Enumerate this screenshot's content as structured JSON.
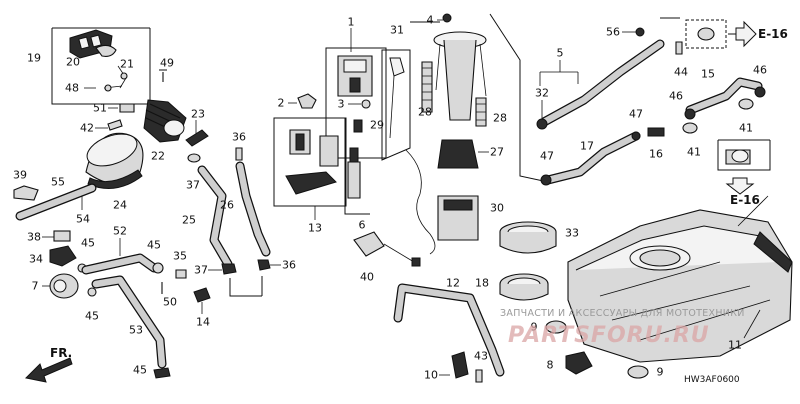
{
  "diagram": {
    "code": "HW3AF0600",
    "refs": {
      "e16_top": "E-16",
      "e16_mid": "E-16"
    },
    "fr_label": "FR.",
    "watermark": {
      "line1": "ЗАПЧАСТИ И АКСЕССУАРЫ ДЛЯ МОТОТЕХНИКИ",
      "line2": "PARTSFORU.RU"
    },
    "callouts": {
      "n1": "1",
      "n2": "2",
      "n3": "3",
      "n4": "4",
      "n5": "5",
      "n6": "6",
      "n7": "7",
      "n8": "8",
      "n9a": "9",
      "n9b": "9",
      "n10": "10",
      "n11": "11",
      "n12": "12",
      "n13": "13",
      "n14": "14",
      "n15": "15",
      "n16": "16",
      "n17": "17",
      "n18": "18",
      "n19": "19",
      "n20": "20",
      "n21": "21",
      "n22": "22",
      "n23": "23",
      "n24": "24",
      "n25": "25",
      "n26": "26",
      "n27": "27",
      "n28a": "28",
      "n28b": "28",
      "n29": "29",
      "n30": "30",
      "n31": "31",
      "n32": "32",
      "n33": "33",
      "n34": "34",
      "n35": "35",
      "n36a": "36",
      "n36b": "36",
      "n37a": "37",
      "n37b": "37",
      "n38": "38",
      "n39": "39",
      "n40": "40",
      "n41a": "41",
      "n41b": "41",
      "n42": "42",
      "n43": "43",
      "n44": "44",
      "n45a": "45",
      "n45b": "45",
      "n45c": "45",
      "n45d": "45",
      "n46a": "46",
      "n46b": "46",
      "n47a": "47",
      "n47b": "47",
      "n48": "48",
      "n49": "49",
      "n50": "50",
      "n51": "51",
      "n52": "52",
      "n53": "53",
      "n54": "54",
      "n55": "55",
      "n56": "56"
    }
  }
}
